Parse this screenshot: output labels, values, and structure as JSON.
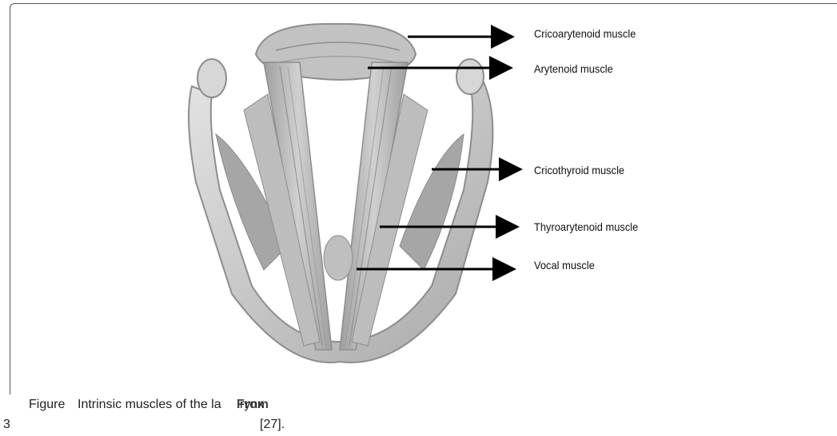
{
  "labels": [
    "Cricoarytenoid muscle",
    "Arytenoid muscle",
    "Cricothyroid muscle",
    "Thyroarytenoid muscle",
    "Vocal muscle"
  ],
  "caption": {
    "figure_word": "Figure",
    "figure_number": "3",
    "text_part1": "Intrinsic muscles of the la",
    "text_overlap": "rynx",
    "from_word": "From",
    "citation": "[27]."
  },
  "colors": {
    "cartilage": "#c9c9c9",
    "muscle": "#b2b2b2",
    "shadow": "#8d8d8d",
    "arrow": "#000000"
  }
}
